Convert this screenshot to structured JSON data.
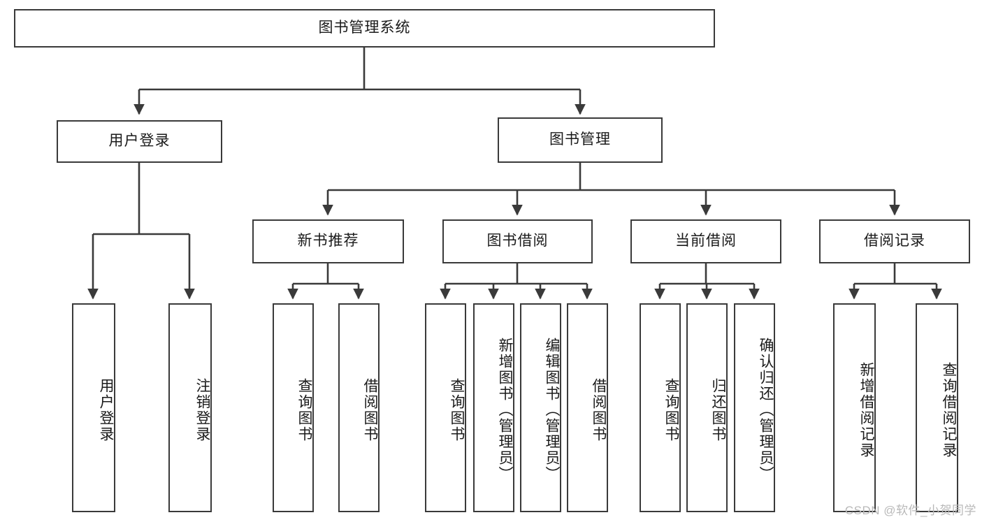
{
  "diagram": {
    "title": "图书管理系统",
    "type": "tree-hierarchy",
    "background_color": "#ffffff",
    "border_color": "#3a3a3a",
    "text_color": "#1a1a1a"
  },
  "nodes": {
    "root": {
      "label": "图书管理系统"
    },
    "level2": [
      {
        "label": "用户登录"
      },
      {
        "label": "图书管理"
      }
    ],
    "level3": [
      {
        "label": "新书推荐"
      },
      {
        "label": "图书借阅"
      },
      {
        "label": "当前借阅"
      },
      {
        "label": "借阅记录"
      }
    ],
    "leaves": {
      "user_login": [
        {
          "label": "用户登录"
        },
        {
          "label": "注销登录"
        }
      ],
      "new_book_recommend": [
        {
          "label": "查询图书"
        },
        {
          "label": "借阅图书"
        }
      ],
      "book_borrow": [
        {
          "label": "查询图书"
        },
        {
          "label": "新增图书（管理员）"
        },
        {
          "label": "编辑图书（管理员）"
        },
        {
          "label": "借阅图书"
        }
      ],
      "current_borrow": [
        {
          "label": "查询图书"
        },
        {
          "label": "归还图书"
        },
        {
          "label": "确认归还（管理员）"
        }
      ],
      "borrow_record": [
        {
          "label": "新增借阅记录"
        },
        {
          "label": "查询借阅记录"
        }
      ]
    }
  },
  "watermark": {
    "text": "CSDN @软件_小贺同学",
    "color": "#b9b9b9"
  }
}
